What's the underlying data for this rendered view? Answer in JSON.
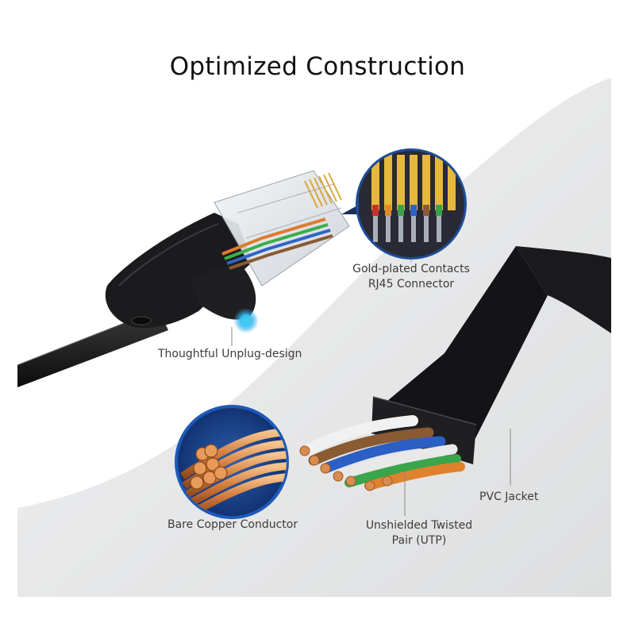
{
  "title": "Optimized Construction",
  "callouts": {
    "gold_contacts_line1": "Gold-plated Contacts",
    "gold_contacts_line2": "RJ45 Connector",
    "unplug_design": "Thoughtful Unplug-design",
    "pvc_jacket": "PVC Jacket",
    "bare_copper": "Bare Copper Conductor",
    "utp_line1": "Unshielded Twisted",
    "utp_line2": "Pair (UTP)"
  },
  "colors": {
    "background_light": "#e9e9ea",
    "cable_black": "#1d1d1f",
    "accent_blue": "#1f6fd1",
    "copper": "#d58a4e",
    "gold": "#e0b23a"
  },
  "wire_pairs": [
    "orange",
    "green",
    "blue",
    "brown"
  ]
}
